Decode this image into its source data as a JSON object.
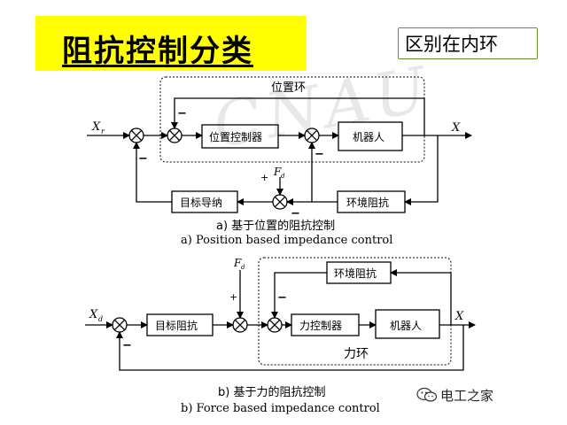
{
  "title": "阻抗控制分类",
  "note": "区别在内环",
  "background_watermark": "CNAU",
  "diagram_a": {
    "inner_loop_label": "位置环",
    "input_label": "X",
    "input_sub": "r",
    "output_label": "X",
    "force_label": "F",
    "force_sub": "d",
    "blocks": {
      "position_controller": "位置控制器",
      "robot": "机器人",
      "target_admittance": "目标导纳",
      "env_impedance": "环境阻抗"
    },
    "signs": {
      "inner_minus": "−",
      "outer_minus": "−",
      "mid_minus": "−",
      "force_plus": "+",
      "force_minus": "−"
    },
    "caption_cn": "a)  基于位置的阻抗控制",
    "caption_en": "a) Position based impedance control"
  },
  "diagram_b": {
    "inner_loop_label": "力环",
    "input_label": "X",
    "input_sub": "d",
    "output_label": "X",
    "force_label": "F",
    "force_sub": "d",
    "blocks": {
      "target_impedance": "目标阻抗",
      "force_controller": "力控制器",
      "robot": "机器人",
      "env_impedance": "环境阻抗"
    },
    "signs": {
      "force_plus": "+",
      "inner_minus": "−",
      "outer_minus": "−"
    },
    "caption_cn": "b)  基于力的阻抗控制",
    "caption_en": "b) Force based impedance control"
  },
  "source_watermark": "电工之家",
  "colors": {
    "title_band": "#ffff00",
    "note_border": "#6c8d2c",
    "line": "#000000"
  }
}
